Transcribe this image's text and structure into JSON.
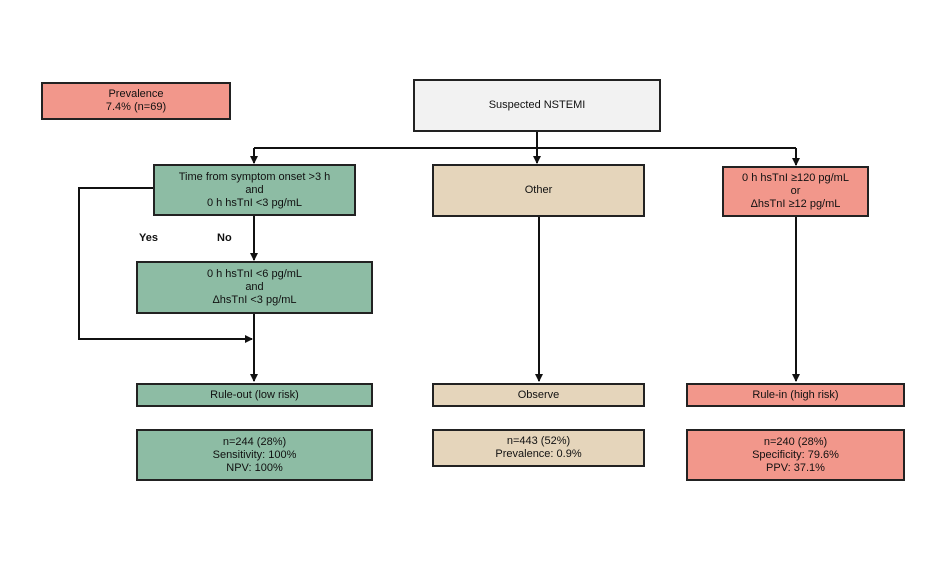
{
  "prevalence": {
    "line1": "Prevalence",
    "line2": "7.4% (n=69)"
  },
  "root": {
    "label": "Suspected NSTEMI"
  },
  "left": {
    "criterion": {
      "line1": "Time from symptom onset >3 h",
      "line2": "and",
      "line3": "0 h hsTnI <3 pg/mL"
    },
    "yes_label": "Yes",
    "no_label": "No",
    "second_criterion": {
      "line1": "0 h hsTnI <6 pg/mL",
      "line2": "and",
      "line3": "ΔhsTnI <3 pg/mL"
    },
    "outcome": "Rule-out (low risk)",
    "stats": {
      "line1": "n=244 (28%)",
      "line2": "Sensitivity: 100%",
      "line3": "NPV: 100%"
    }
  },
  "middle": {
    "criterion": "Other",
    "outcome": "Observe",
    "stats": {
      "line1": "n=443 (52%)",
      "line2": "Prevalence: 0.9%"
    }
  },
  "right": {
    "criterion": {
      "line1": "0 h hsTnI ≥120 pg/mL",
      "line2": "or",
      "line3": "ΔhsTnI ≥12 pg/mL"
    },
    "outcome": "Rule-in (high risk)",
    "stats": {
      "line1": "n=240 (28%)",
      "line2": "Specificity: 79.6%",
      "line3": "PPV: 37.1%"
    }
  },
  "colors": {
    "green": "#8dbca4",
    "tan": "#e5d5bb",
    "red": "#f2978b",
    "gray": "#f2f2f2"
  }
}
